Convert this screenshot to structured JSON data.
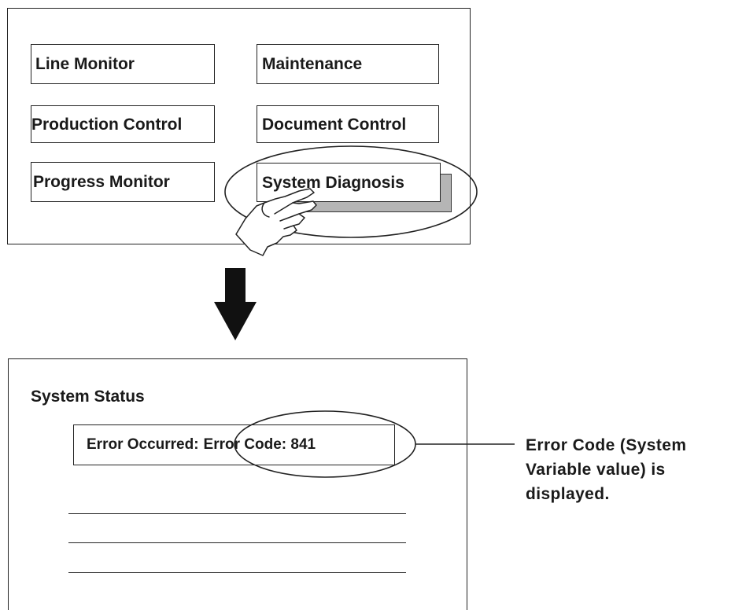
{
  "menu": {
    "buttons": {
      "line_monitor": "Line Monitor",
      "maintenance": "Maintenance",
      "production_control": "Production Control",
      "document_control": "Document Control",
      "progress_monitor": "Progress Monitor",
      "system_diagnosis": "System Diagnosis"
    }
  },
  "status_screen": {
    "title": "System Status",
    "error_prefix": "Error Occurred:",
    "error_code": "Error Code: 841"
  },
  "callout": {
    "line1": "Error Code (System",
    "line2": "Variable value) is",
    "line3": "displayed."
  },
  "icons": [
    "pointing-hand-icon",
    "down-arrow-icon"
  ],
  "colors": {
    "stroke": "#222222",
    "shadow": "#b5b5b5",
    "background": "#ffffff"
  }
}
